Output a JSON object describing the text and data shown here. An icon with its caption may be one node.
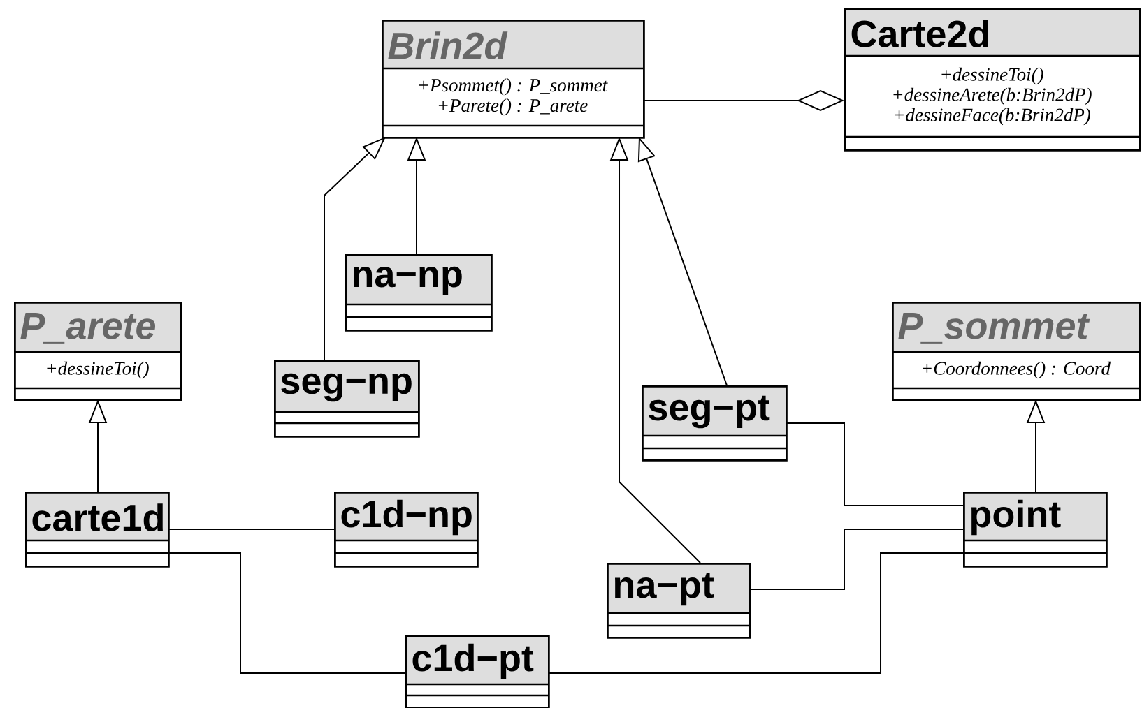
{
  "diagram": {
    "nodes": [
      {
        "text": [
          "Brin2d",
          "+Psommet() : P_sommet",
          "+Parete() : P_arete"
        ]
      },
      {
        "text": [
          "Carte2d",
          "+dessineToi()",
          "+dessineArete(b:Brin2dP)",
          "+dessineFace(b:Brin2dP)"
        ]
      },
      {
        "text": [
          "na−np"
        ]
      },
      {
        "text": [
          "P_arete",
          "+dessineToi()"
        ]
      },
      {
        "text": [
          "P_sommet",
          "+Coordonnees() : Coord"
        ]
      },
      {
        "text": [
          "seg−np"
        ]
      },
      {
        "text": [
          "seg−pt"
        ]
      },
      {
        "text": [
          "carte1d"
        ]
      },
      {
        "text": [
          "c1d−np"
        ]
      },
      {
        "text": [
          "point"
        ]
      },
      {
        "text": [
          "na−pt"
        ]
      },
      {
        "text": [
          "c1d−pt"
        ]
      }
    ],
    "edges": [
      {
        "from": 0,
        "to": 1,
        "arrow": "other"
      },
      {
        "from": 5,
        "to": 0,
        "arrow": "to"
      },
      {
        "from": 2,
        "to": 0,
        "arrow": "to"
      },
      {
        "from": 10,
        "to": 0,
        "arrow": "to"
      },
      {
        "from": 6,
        "to": 0,
        "arrow": "to"
      },
      {
        "from": 7,
        "to": 3,
        "arrow": "to"
      },
      {
        "from": 9,
        "to": 4,
        "arrow": "to"
      },
      {
        "from": 7,
        "to": 8,
        "arrow": "none"
      },
      {
        "from": 7,
        "to": 11,
        "arrow": "none"
      },
      {
        "from": 6,
        "to": 9,
        "arrow": "none"
      },
      {
        "from": 10,
        "to": 9,
        "arrow": "none"
      },
      {
        "from": 11,
        "to": 9,
        "arrow": "none"
      }
    ]
  }
}
